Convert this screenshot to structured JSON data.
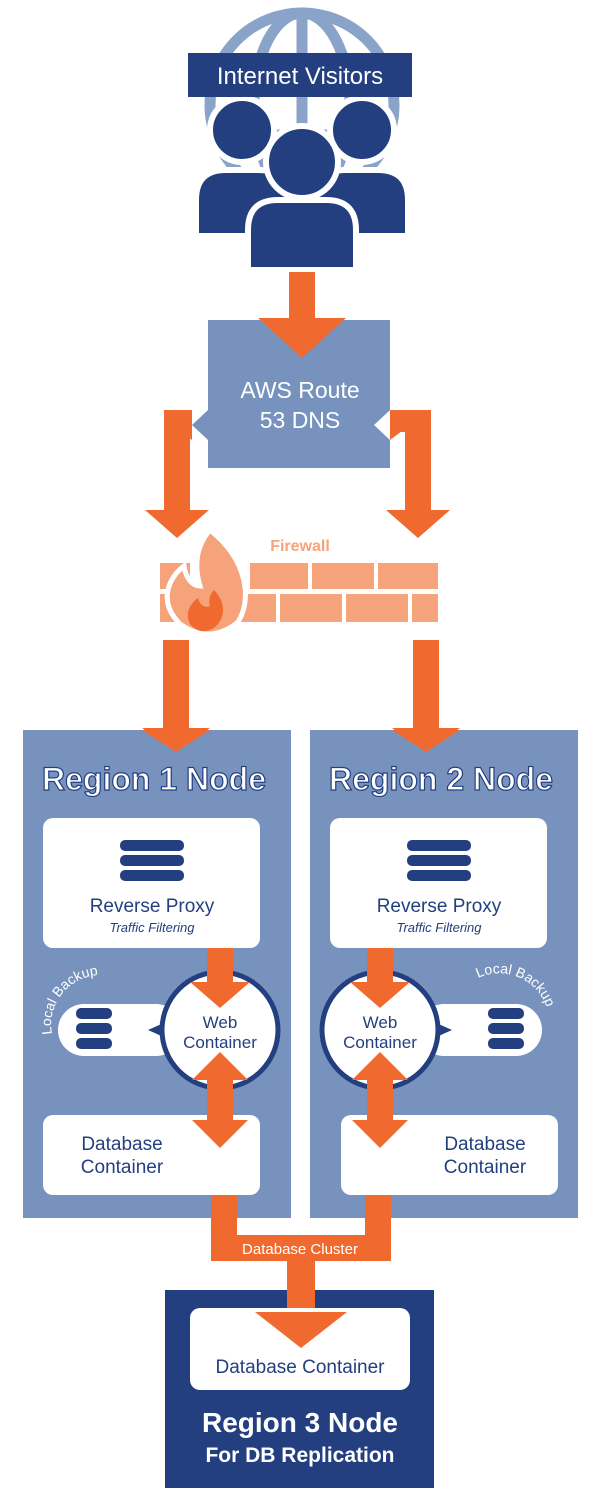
{
  "header": {
    "title": "Internet Visitors"
  },
  "dns": {
    "line1": "AWS Route",
    "line2": "53 DNS"
  },
  "firewall": {
    "label": "Firewall"
  },
  "region1": {
    "title": "Region 1 Node",
    "proxy_title": "Reverse Proxy",
    "proxy_subtitle": "Traffic Filtering",
    "web_line1": "Web",
    "web_line2": "Container",
    "backup_label": "Local Backup",
    "db_line1": "Database",
    "db_line2": "Container"
  },
  "region2": {
    "title": "Region 2 Node",
    "proxy_title": "Reverse Proxy",
    "proxy_subtitle": "Traffic Filtering",
    "web_line1": "Web",
    "web_line2": "Container",
    "backup_label": "Local Backup",
    "db_line1": "Database",
    "db_line2": "Container"
  },
  "cluster": {
    "label": "Database Cluster"
  },
  "region3": {
    "db_label": "Database Container",
    "title": "Region 3 Node",
    "subtitle": "For DB Replication"
  },
  "colors": {
    "navy": "#233f80",
    "steel": "#7793bd",
    "globe": "#8aa3c8",
    "orange": "#f06a2f",
    "firewall_brick": "#f6a37c",
    "white": "#ffffff"
  }
}
